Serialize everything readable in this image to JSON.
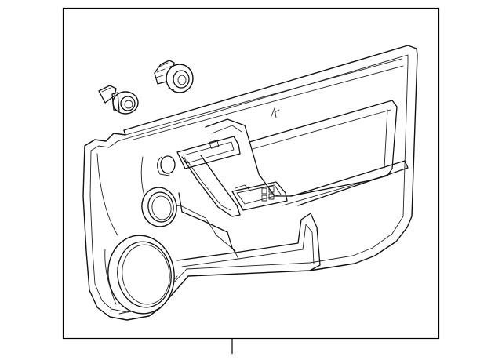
{
  "diagram": {
    "frame_color": "#000000",
    "background": "#ffffff",
    "parts": [
      "door-trim-panel",
      "push-retainer-clip",
      "fastener-grommet",
      "speaker-grille-large",
      "speaker-grille-small",
      "window-switch-bezel",
      "door-handle-bezel"
    ],
    "callouts": [
      "callout-leader-line"
    ]
  }
}
